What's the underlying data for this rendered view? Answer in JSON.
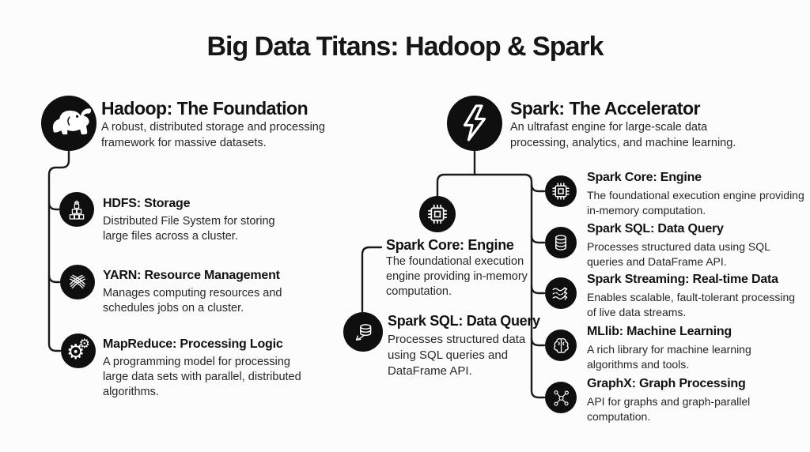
{
  "title": "Big Data Titans: Hadoop & Spark",
  "colors": {
    "background": "#fcfcfc",
    "ink": "#141414",
    "circle_fill": "#0f0f0f",
    "icon_stroke": "#ffffff"
  },
  "hadoop": {
    "heading": "Hadoop: The Foundation",
    "description": "A robust, distributed storage and processing framework for massive datasets.",
    "icon": "hadoop-elephant-icon",
    "items": [
      {
        "heading": "HDFS: Storage",
        "description": "Distributed File System for storing large files across a cluster.",
        "icon": "blocks-icon"
      },
      {
        "heading": "YARN: Resource Management",
        "description": "Manages computing resources and schedules jobs on a cluster.",
        "icon": "yarn-icon"
      },
      {
        "heading": "MapReduce: Processing Logic",
        "description": "A programming model for processing large data sets with parallel, distributed algorithms.",
        "icon": "gears-icon"
      }
    ]
  },
  "spark": {
    "heading": "Spark: The Accelerator",
    "description": "An ultrafast engine for large-scale data processing, analytics, and machine learning.",
    "icon": "lightning-icon",
    "middle_items": [
      {
        "heading": "Spark Core: Engine",
        "description": "The foundational execution engine providing in-memory computation.",
        "icon": "chip-icon"
      },
      {
        "heading": "Spark SQL: Data Query",
        "description": "Processes structured data using SQL queries and DataFrame API.",
        "icon": "database-export-icon"
      }
    ],
    "items": [
      {
        "heading": "Spark Core: Engine",
        "description": "The foundational execution engine providing in-memory computation.",
        "icon": "chip-icon"
      },
      {
        "heading": "Spark SQL: Data Query",
        "description": "Processes structured data using SQL queries and DataFrame API.",
        "icon": "database-icon"
      },
      {
        "heading": "Spark Streaming: Real-time Data",
        "description": "Enables scalable, fault-tolerant processing of live data streams.",
        "icon": "waves-icon"
      },
      {
        "heading": "MLlib: Machine Learning",
        "description": "A rich library for machine learning algorithms and tools.",
        "icon": "brain-icon"
      },
      {
        "heading": "GraphX: Graph Processing",
        "description": "API for graphs and graph-parallel computation.",
        "icon": "graph-nodes-icon"
      }
    ]
  }
}
